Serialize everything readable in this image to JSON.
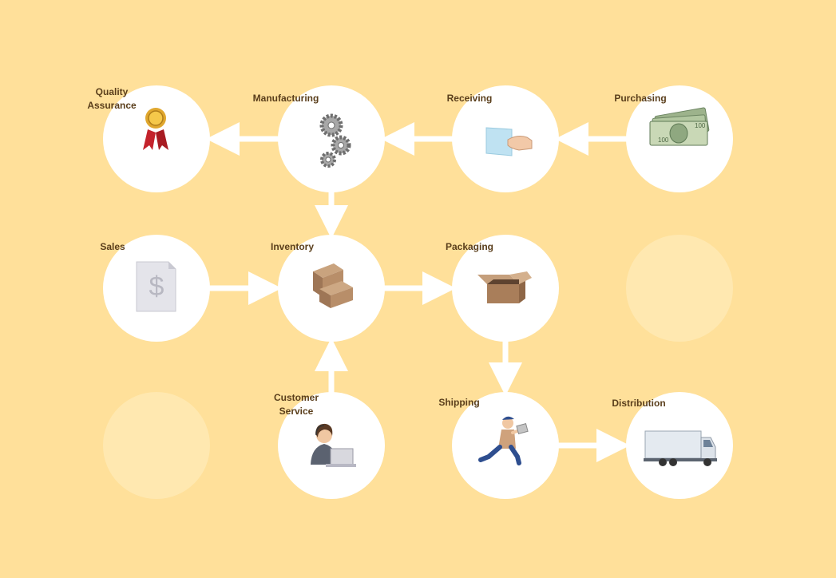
{
  "colors": {
    "background": "#FFE09A",
    "node_fill": "#FFFFFF",
    "placeholder_fill": "#FFE8B0",
    "arrow": "#FFFFFF",
    "label_text": "#5A3E1B"
  },
  "nodes": [
    {
      "id": "quality-assurance",
      "label": "Quality\nAssurance",
      "icon": "award-ribbon-icon"
    },
    {
      "id": "manufacturing",
      "label": "Manufacturing",
      "icon": "gears-icon"
    },
    {
      "id": "receiving",
      "label": "Receiving",
      "icon": "hand-receiving-document-icon"
    },
    {
      "id": "purchasing",
      "label": "Purchasing",
      "icon": "dollar-bills-icon"
    },
    {
      "id": "sales",
      "label": "Sales",
      "icon": "dollar-document-icon"
    },
    {
      "id": "inventory",
      "label": "Inventory",
      "icon": "stacked-boxes-icon"
    },
    {
      "id": "packaging",
      "label": "Packaging",
      "icon": "open-box-icon"
    },
    {
      "id": "customer-service",
      "label": "Customer\nService",
      "icon": "operator-headset-icon"
    },
    {
      "id": "shipping",
      "label": "Shipping",
      "icon": "courier-running-icon"
    },
    {
      "id": "distribution",
      "label": "Distribution",
      "icon": "delivery-truck-icon"
    }
  ],
  "edges": [
    {
      "from": "purchasing",
      "to": "receiving"
    },
    {
      "from": "receiving",
      "to": "manufacturing"
    },
    {
      "from": "manufacturing",
      "to": "quality-assurance"
    },
    {
      "from": "manufacturing",
      "to": "inventory"
    },
    {
      "from": "sales",
      "to": "inventory"
    },
    {
      "from": "customer-service",
      "to": "inventory"
    },
    {
      "from": "inventory",
      "to": "packaging"
    },
    {
      "from": "packaging",
      "to": "shipping"
    },
    {
      "from": "shipping",
      "to": "distribution"
    }
  ]
}
